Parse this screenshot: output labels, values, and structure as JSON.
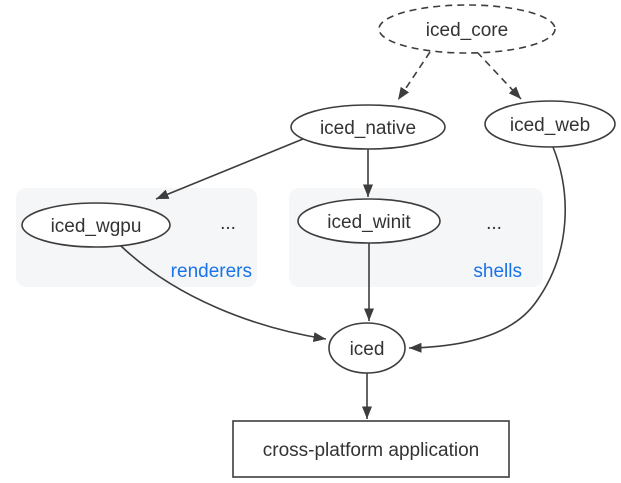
{
  "diagram": {
    "nodes": {
      "core": {
        "label": "iced_core",
        "shape": "ellipse",
        "border": "dashed"
      },
      "native": {
        "label": "iced_native",
        "shape": "ellipse",
        "border": "solid"
      },
      "web": {
        "label": "iced_web",
        "shape": "ellipse",
        "border": "solid"
      },
      "wgpu": {
        "label": "iced_wgpu",
        "shape": "ellipse",
        "border": "solid"
      },
      "winit": {
        "label": "iced_winit",
        "shape": "ellipse",
        "border": "solid"
      },
      "iced": {
        "label": "iced",
        "shape": "ellipse",
        "border": "solid"
      },
      "app": {
        "label": "cross-platform application",
        "shape": "rectangle",
        "border": "solid"
      }
    },
    "groups": {
      "renderers": {
        "label": "renderers",
        "ellipsis": "..."
      },
      "shells": {
        "label": "shells",
        "ellipsis": "..."
      }
    },
    "edges": [
      {
        "from": "iced_core",
        "to": "iced_native",
        "style": "dashed"
      },
      {
        "from": "iced_core",
        "to": "iced_web",
        "style": "dashed"
      },
      {
        "from": "iced_native",
        "to": "iced_wgpu",
        "style": "solid"
      },
      {
        "from": "iced_native",
        "to": "iced_winit",
        "style": "solid"
      },
      {
        "from": "iced_wgpu",
        "to": "iced",
        "style": "solid"
      },
      {
        "from": "iced_winit",
        "to": "iced",
        "style": "solid"
      },
      {
        "from": "iced_web",
        "to": "iced",
        "style": "solid"
      },
      {
        "from": "iced",
        "to": "cross-platform application",
        "style": "solid"
      }
    ],
    "colors": {
      "edge": "#3d3d3d",
      "node_border": "#3d3d3d",
      "node_text": "#333333",
      "group_label": "#1a73e8",
      "group_background": "#f4f6f8",
      "node_background": "#ffffff",
      "page_background": "#ffffff"
    }
  }
}
